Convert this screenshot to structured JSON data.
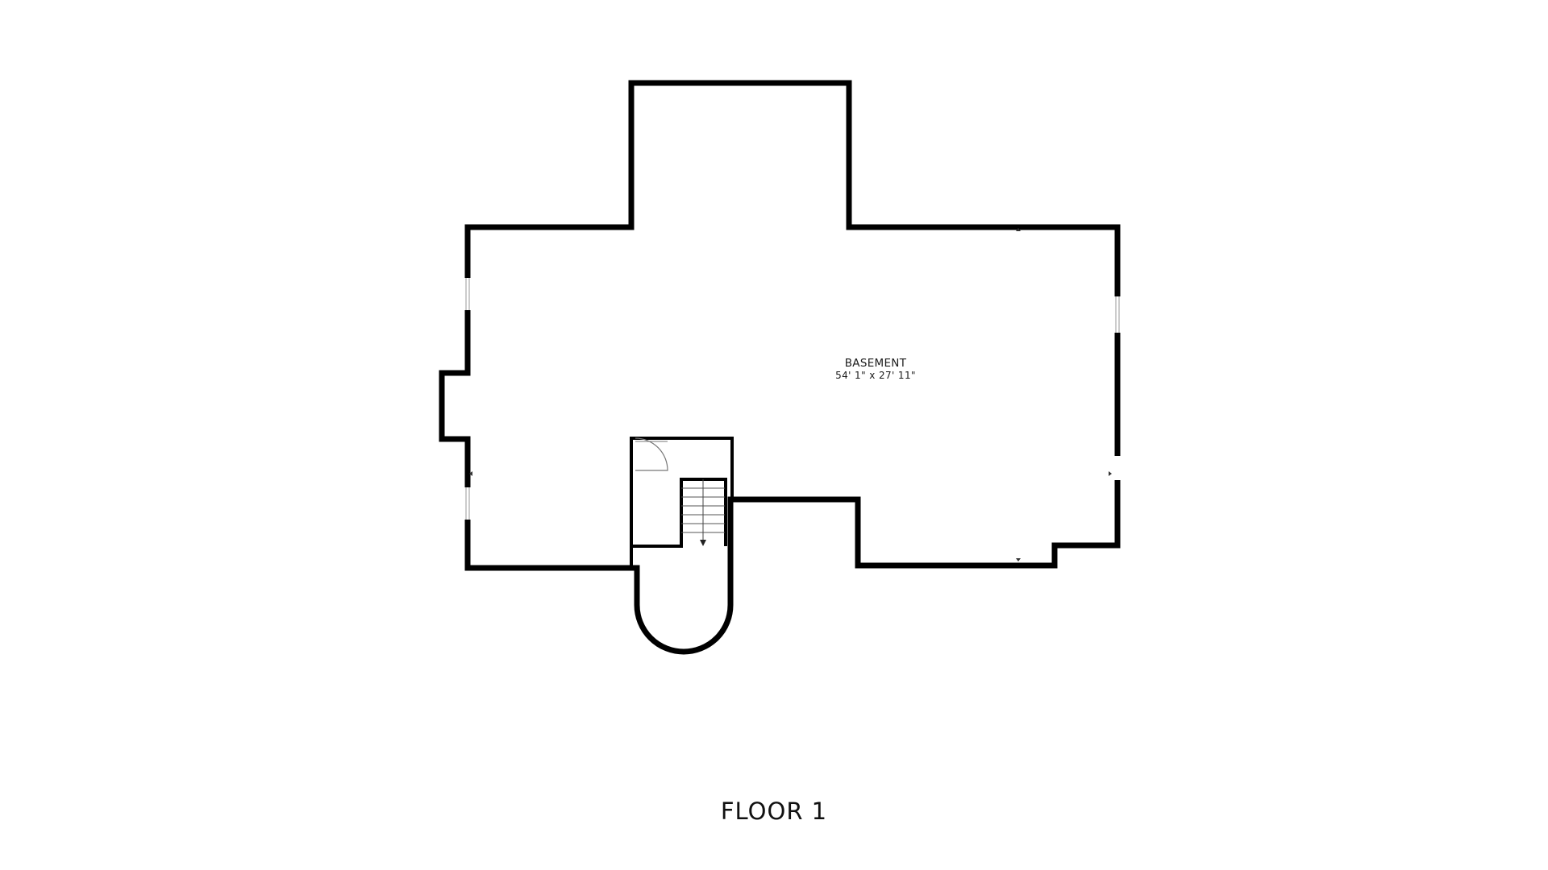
{
  "rooms": [
    {
      "name": "BASEMENT",
      "dimensions": "54' 1\" x 27' 11\""
    }
  ],
  "floor": {
    "label": "FLOOR 1"
  },
  "colors": {
    "background": "#ffffff",
    "wall": "#000000",
    "fixture": "#555555"
  },
  "icons": [
    "stair-arrow-icon",
    "door-swing-icon"
  ]
}
